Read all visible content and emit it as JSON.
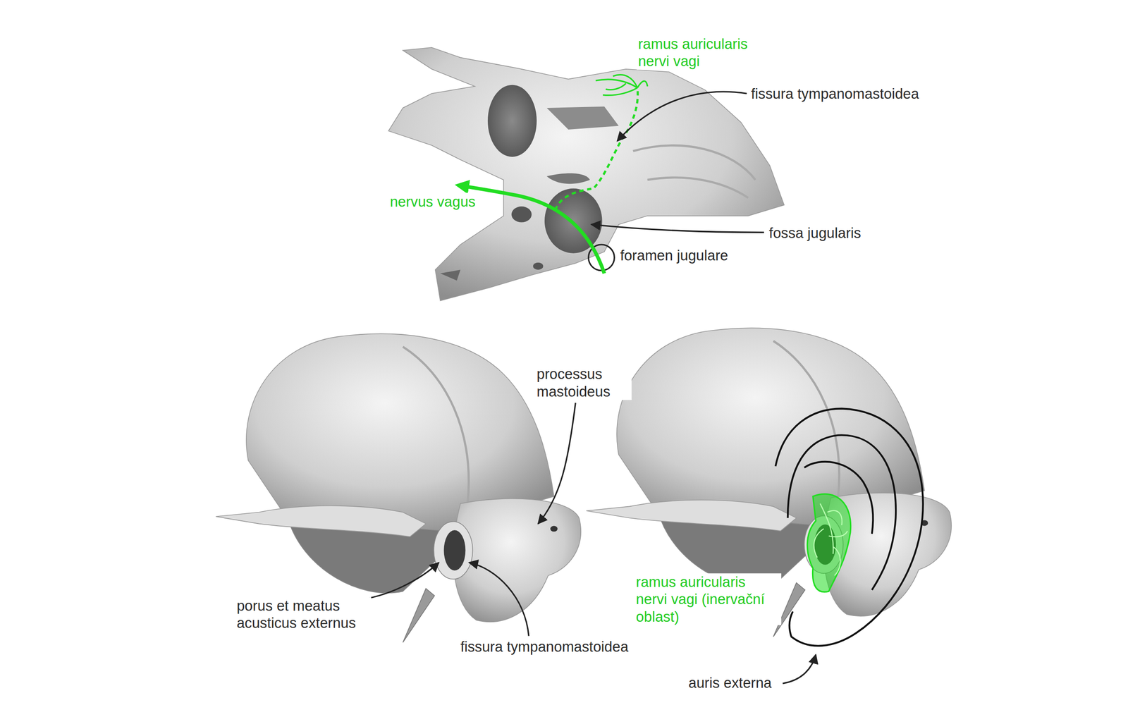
{
  "diagram": {
    "labels": [
      "ramus auricularis nervi vagi",
      "fissura tympanomastoidea",
      "nervus vagus",
      "fossa jugularis",
      "foramen jugulare",
      "processus mastoideus",
      "porus et meatus acusticus externus",
      "fissura tympanomastoidea",
      "ramus auricularis nervi vagi (inervační oblast)",
      "auris externa"
    ]
  }
}
